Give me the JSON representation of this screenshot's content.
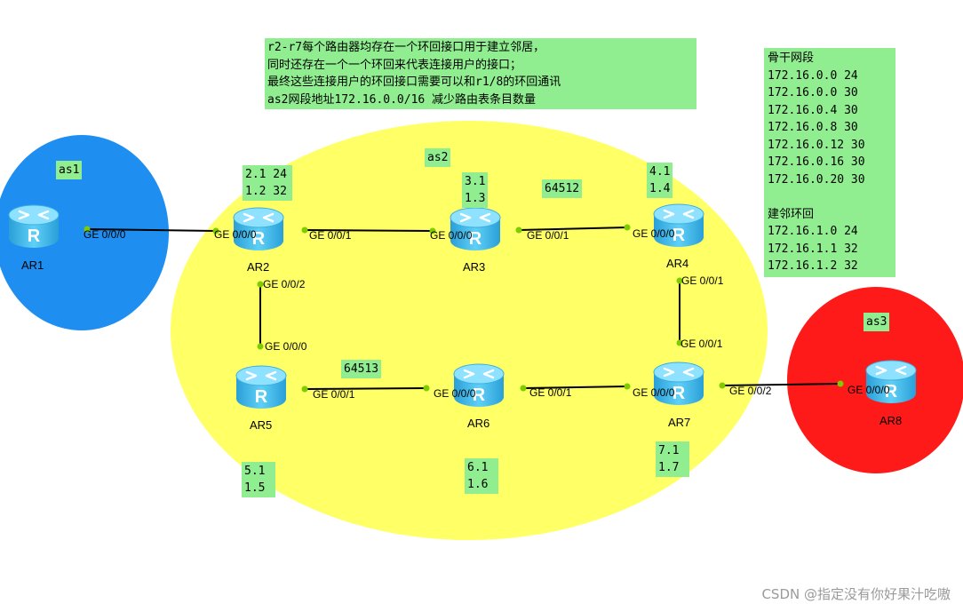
{
  "colors": {
    "as1_fill": "#1e8ff0",
    "as2_fill": "#ffff66",
    "as3_fill": "#ff1a1a",
    "note_bg": "#90ee90",
    "router_body": "#39b4ea",
    "link_color": "#000000",
    "port_dot": "#7ccc00"
  },
  "icons": {
    "router": "router-icon"
  },
  "routers": [
    {
      "id": "ar1",
      "name": "AR1"
    },
    {
      "id": "ar2",
      "name": "AR2"
    },
    {
      "id": "ar3",
      "name": "AR3"
    },
    {
      "id": "ar4",
      "name": "AR4"
    },
    {
      "id": "ar5",
      "name": "AR5"
    },
    {
      "id": "ar6",
      "name": "AR6"
    },
    {
      "id": "ar7",
      "name": "AR7"
    },
    {
      "id": "ar8",
      "name": "AR8"
    }
  ],
  "router_glyph": "R",
  "interfaces": {
    "ar1_ge000": "GE 0/0/0",
    "ar2_ge000": "GE 0/0/0",
    "ar2_ge001": "GE 0/0/1",
    "ar2_ge002": "GE 0/0/2",
    "ar3_ge000": "GE 0/0/0",
    "ar3_ge001": "GE 0/0/1",
    "ar4_ge000": "GE 0/0/0",
    "ar4_ge001": "GE 0/0/1",
    "ar5_ge000": "GE 0/0/0",
    "ar5_ge001": "GE 0/0/1",
    "ar6_ge000": "GE 0/0/0",
    "ar6_ge001": "GE 0/0/1",
    "ar7_ge001": "GE 0/0/1",
    "ar7_ge000": "GE 0/0/0",
    "ar7_ge002": "GE 0/0/2",
    "ar8_ge000": "GE 0/0/0"
  },
  "notes": {
    "description": [
      "r2-r7每个路由器均存在一个环回接口用于建立邻居，",
      "同时还存在一个一个环回来代表连接用户的接口；",
      "最终这些连接用户的环回接口需要可以和r1/8的环回通讯",
      "as2网段地址172.16.0.0/16 减少路由表条目数量"
    ],
    "as1": [
      "as1"
    ],
    "as2": [
      "as2"
    ],
    "as3": [
      "as3"
    ],
    "conf_64512": [
      "64512"
    ],
    "conf_64513": [
      "64513"
    ],
    "ar2_addr": [
      "2.1 24",
      "1.2 32"
    ],
    "ar3_addr": [
      "3.1",
      "1.3"
    ],
    "ar4_addr": [
      "4.1",
      "1.4"
    ],
    "ar5_addr": [
      "5.1",
      "1.5"
    ],
    "ar6_addr": [
      "6.1",
      "1.6"
    ],
    "ar7_addr": [
      "7.1",
      "1.7"
    ],
    "segments": [
      "骨干网段",
      "172.16.0.0 24",
      "172.16.0.0 30",
      "172.16.0.4 30",
      "172.16.0.8 30",
      "172.16.0.12 30",
      "172.16.0.16 30",
      "172.16.0.20 30",
      "",
      "建邻环回",
      "172.16.1.0 24",
      "172.16.1.1 32",
      "172.16.1.2 32"
    ]
  },
  "watermark": "CSDN @指定没有你好果汁吃嗷"
}
